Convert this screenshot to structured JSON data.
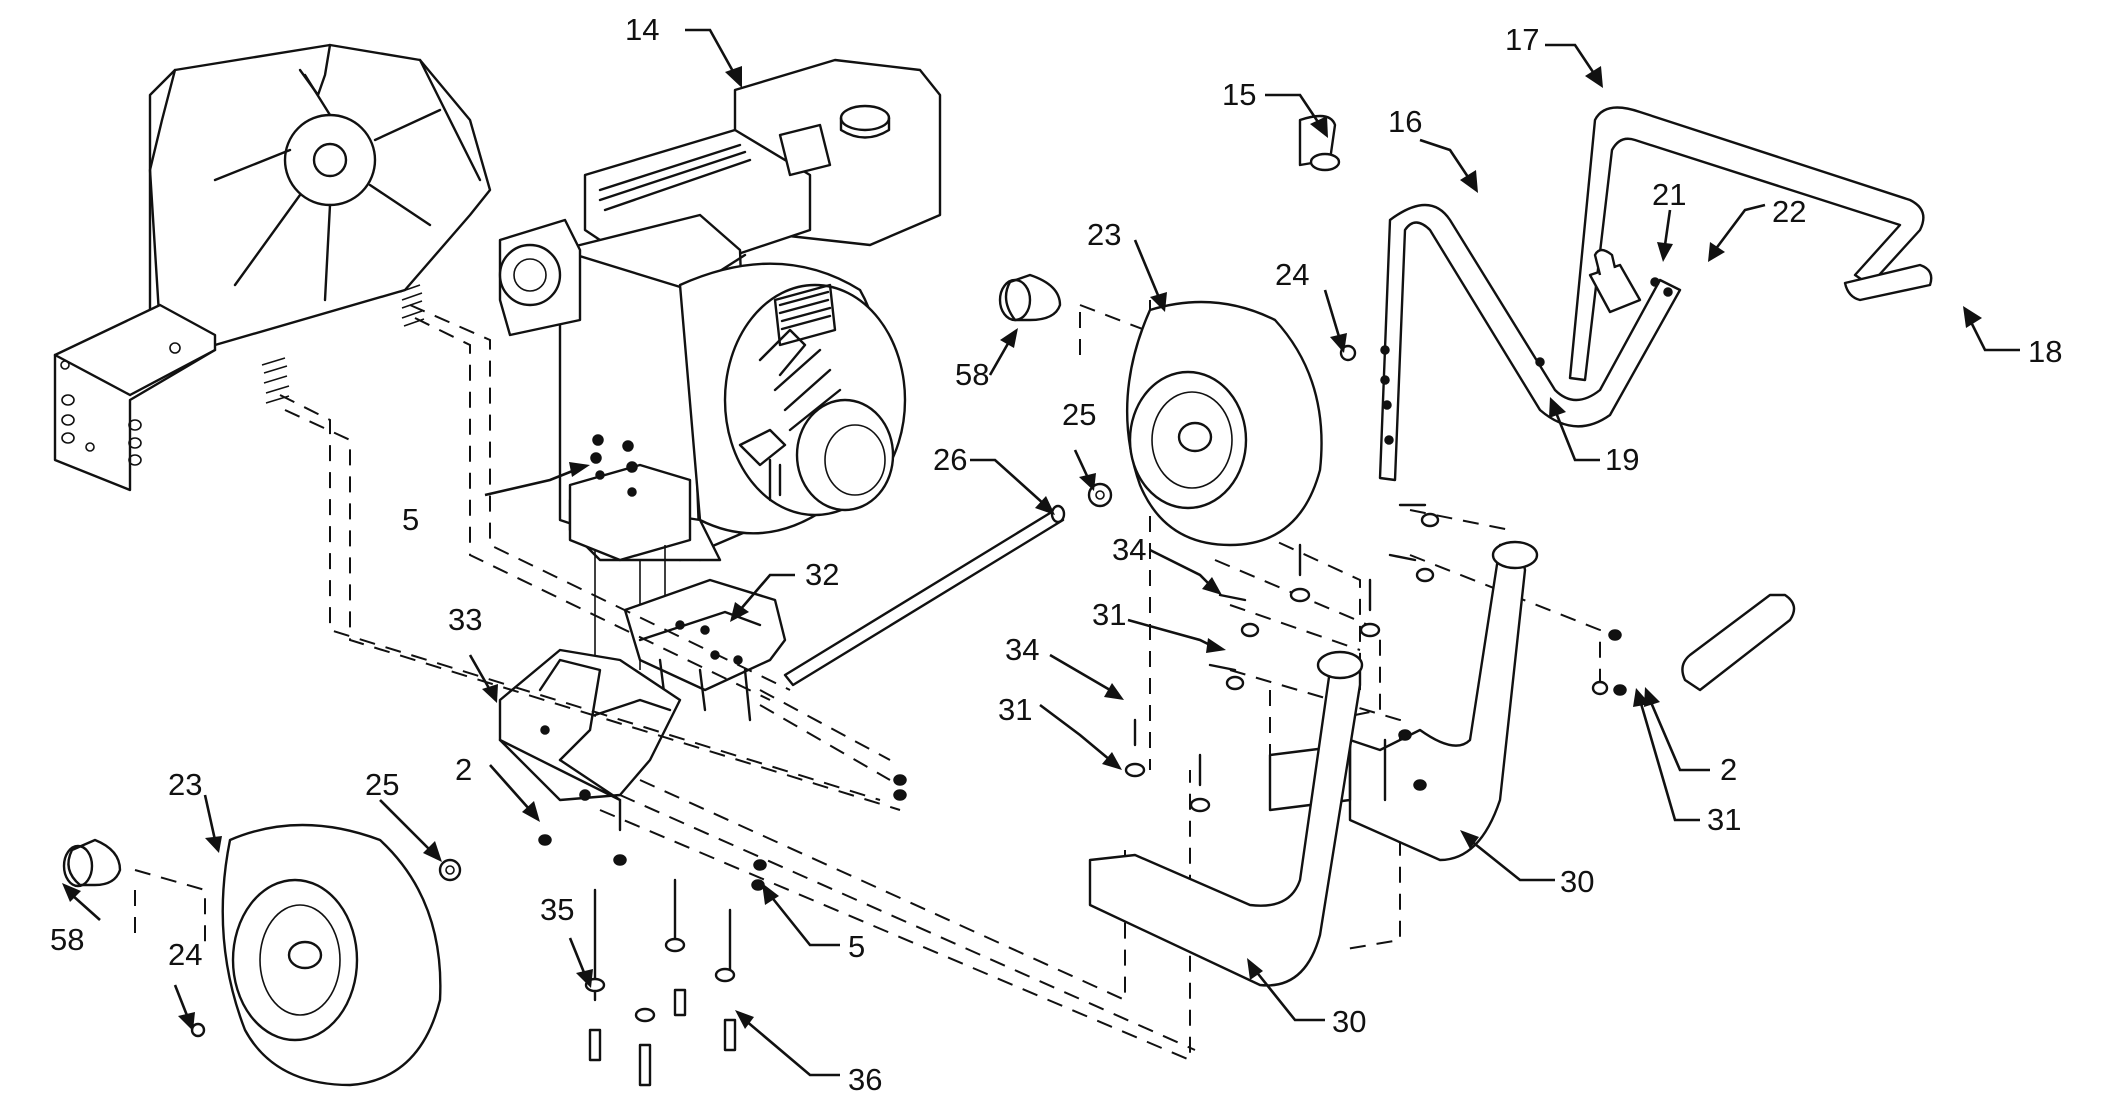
{
  "diagram": {
    "callouts": {
      "c14": "14",
      "c15": "15",
      "c16": "16",
      "c17": "17",
      "c18": "18",
      "c19": "19",
      "c21": "21",
      "c22": "22",
      "c23a": "23",
      "c24a": "24",
      "c58a": "58",
      "c25a": "25",
      "c26": "26",
      "c5a": "5",
      "c32": "32",
      "c33": "33",
      "c34a": "34",
      "c31a": "31",
      "c34b": "34",
      "c31b": "31",
      "c2a": "2",
      "c31c": "31",
      "c2b": "2",
      "c23b": "23",
      "c25b": "25",
      "c58b": "58",
      "c24b": "24",
      "c35": "35",
      "c5b": "5",
      "c36": "36",
      "c30a": "30",
      "c30b": "30"
    }
  }
}
